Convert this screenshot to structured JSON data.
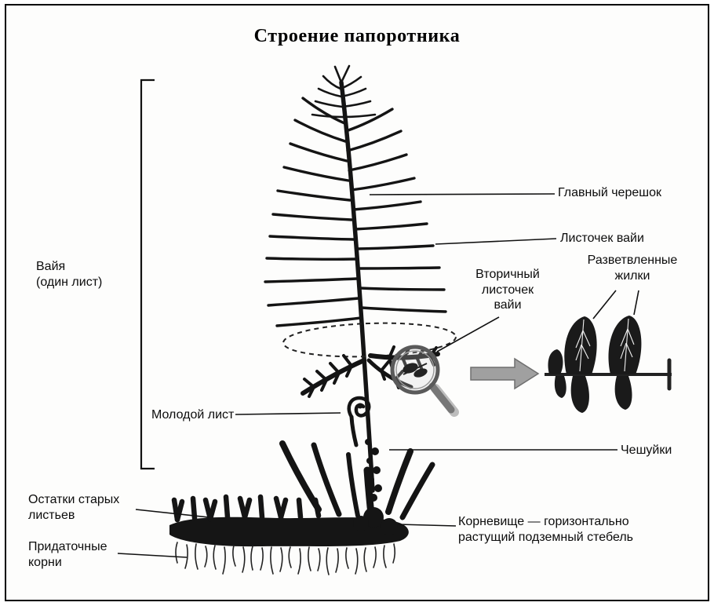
{
  "title": "Строение папоротника",
  "labels": {
    "frond": {
      "text": "Вайя\n(один лист)"
    },
    "main_petiole": {
      "text": "Главный черешок"
    },
    "frond_leaflet": {
      "text": "Листочек вайи"
    },
    "secondary_leaflet": {
      "text": "Вторичный\nлисточек\nвайи"
    },
    "branched_veins": {
      "text": "Разветвленные\nжилки"
    },
    "young_leaf": {
      "text": "Молодой лист"
    },
    "scales": {
      "text": "Чешуйки"
    },
    "old_leaf_remains": {
      "text": "Остатки старых\nлистьев"
    },
    "adventitious_roots": {
      "text": "Придаточные\nкорни"
    },
    "rhizome": {
      "text": "Корневище — горизонтально\nрастущий подземный стебель"
    }
  },
  "colors": {
    "ink": "#111111",
    "plant": "#161616",
    "magnifier_gray": "#777777",
    "arrow_gray": "#a0a0a0",
    "background": "#fdfdfc"
  }
}
